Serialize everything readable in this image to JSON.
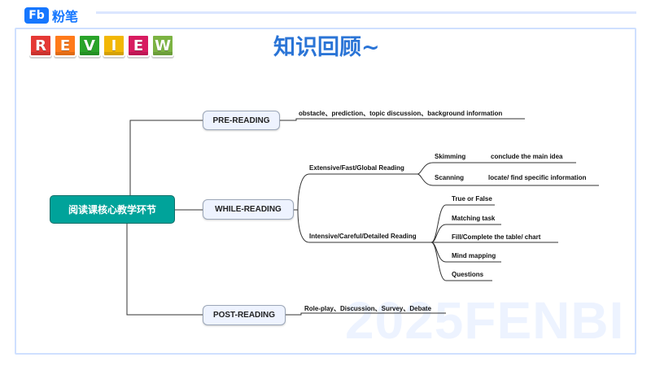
{
  "brand": {
    "logo_mark": "Fb",
    "logo_text": "粉笔",
    "accent_color": "#1677ff"
  },
  "review": {
    "letters": [
      {
        "char": "R",
        "color": "#e53935"
      },
      {
        "char": "E",
        "color": "#ff7a1a"
      },
      {
        "char": "V",
        "color": "#29a329"
      },
      {
        "char": "I",
        "color": "#f2b705"
      },
      {
        "char": "E",
        "color": "#d81b60"
      },
      {
        "char": "W",
        "color": "#7cb342"
      }
    ]
  },
  "page_title": "知识回顾~",
  "watermark": "2025FENBI",
  "mindmap": {
    "root": "阅读课核心教学环节",
    "pre_reading": {
      "label": "PRE-READING",
      "detail": "obstacle、prediction、topic discussion、background information"
    },
    "while_reading": {
      "label": "WHILE-READING",
      "extensive": {
        "label": "Extensive/Fast/Global Reading",
        "items": [
          {
            "name": "Skimming",
            "desc": "conclude the main idea"
          },
          {
            "name": "Scanning",
            "desc": "locate/ find specific information"
          }
        ]
      },
      "intensive": {
        "label": "Intensive/Careful/Detailed Reading",
        "items": [
          "True or False",
          "Matching task",
          "Fill/Complete the table/ chart",
          "Mind mapping",
          "Questions"
        ]
      }
    },
    "post_reading": {
      "label": "POST-READING",
      "detail": "Role-play、Discussion、Survey、Debate"
    }
  }
}
